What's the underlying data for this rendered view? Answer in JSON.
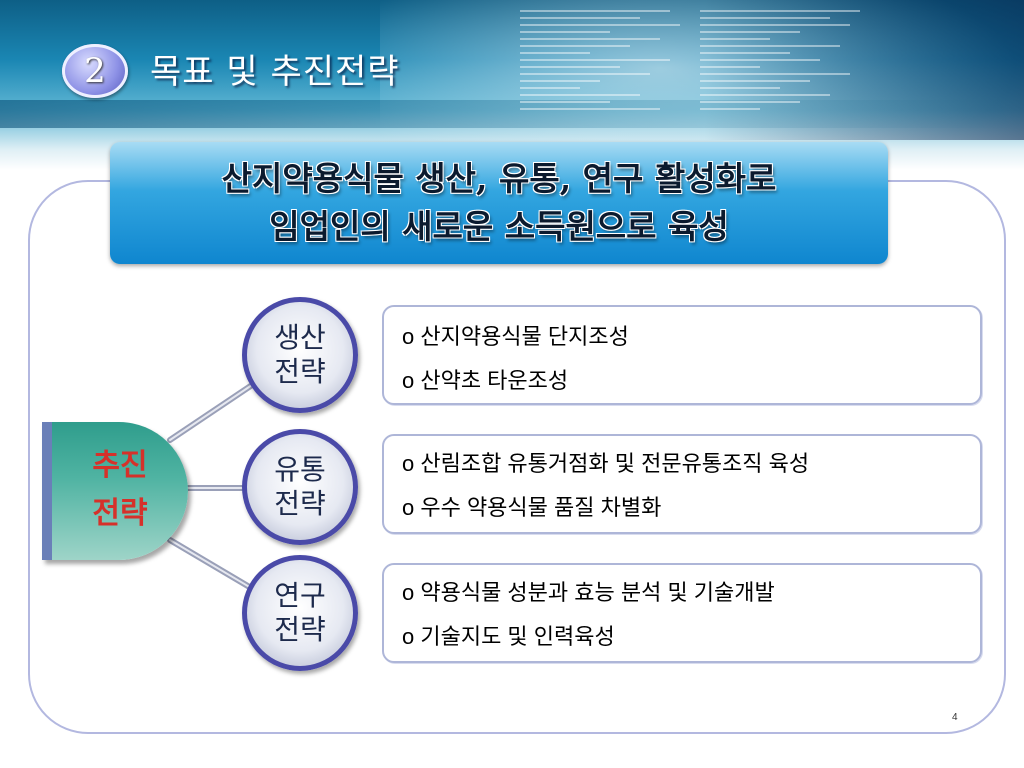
{
  "header": {
    "number": "2",
    "title": "목표 및 추진전략"
  },
  "banner": {
    "line1": "산지약용식물 생산, 유통, 연구 활성화로",
    "line2": "임업인의 새로운 소득원으로 육성"
  },
  "root": {
    "line1": "추진",
    "line2": "전략"
  },
  "strategies": [
    {
      "line1": "생산",
      "line2": "전략",
      "items": [
        "o 산지약용식물 단지조성",
        "o 산약초 타운조성"
      ]
    },
    {
      "line1": "유통",
      "line2": "전략",
      "items": [
        "o 산림조합 유통거점화 및 전문유통조직 육성",
        "o 우수 약용식물 품질 차별화"
      ]
    },
    {
      "line1": "연구",
      "line2": "전략",
      "items": [
        "o 약용식물 성분과 효능 분석 및 기술개발",
        "o 기술지도 및 인력육성"
      ]
    }
  ],
  "footer": {
    "page": "4"
  }
}
